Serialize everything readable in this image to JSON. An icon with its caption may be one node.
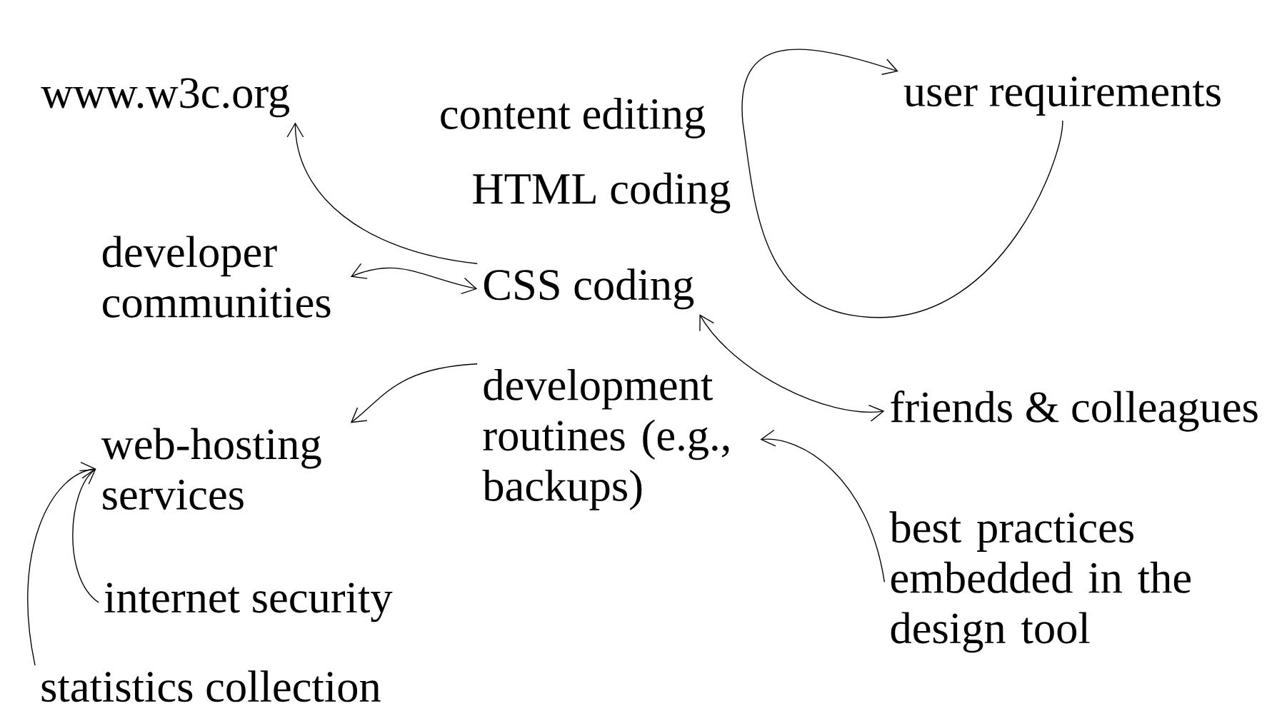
{
  "diagram": {
    "nodes": [
      {
        "text": [
          "www.w3c.org"
        ]
      },
      {
        "text": [
          "content editing"
        ]
      },
      {
        "text": [
          "HTML coding"
        ]
      },
      {
        "text": [
          "user requirements"
        ]
      },
      {
        "text": [
          "developer communities"
        ]
      },
      {
        "text": [
          "CSS coding"
        ]
      },
      {
        "text": [
          "development routines (e.g., backups)"
        ]
      },
      {
        "text": [
          "friends & colleagues"
        ]
      },
      {
        "text": [
          "web-hosting services"
        ]
      },
      {
        "text": [
          "best practices embedded in the design tool"
        ]
      },
      {
        "text": [
          "internet security"
        ]
      },
      {
        "text": [
          "statistics collection"
        ]
      }
    ],
    "edges": [
      {
        "from": 5,
        "to": 0,
        "arrow": "to"
      },
      {
        "from": 4,
        "to": 5,
        "arrow": "both"
      },
      {
        "from": 6,
        "to": 8,
        "arrow": "to"
      },
      {
        "from": 5,
        "to": 7,
        "arrow": "both"
      },
      {
        "from": 9,
        "to": 6,
        "arrow": "to"
      },
      {
        "from": 10,
        "to": 8,
        "arrow": "to"
      },
      {
        "from": 11,
        "to": 8,
        "arrow": "to"
      },
      {
        "from": 3,
        "to": 3,
        "arrow": "to"
      }
    ]
  }
}
